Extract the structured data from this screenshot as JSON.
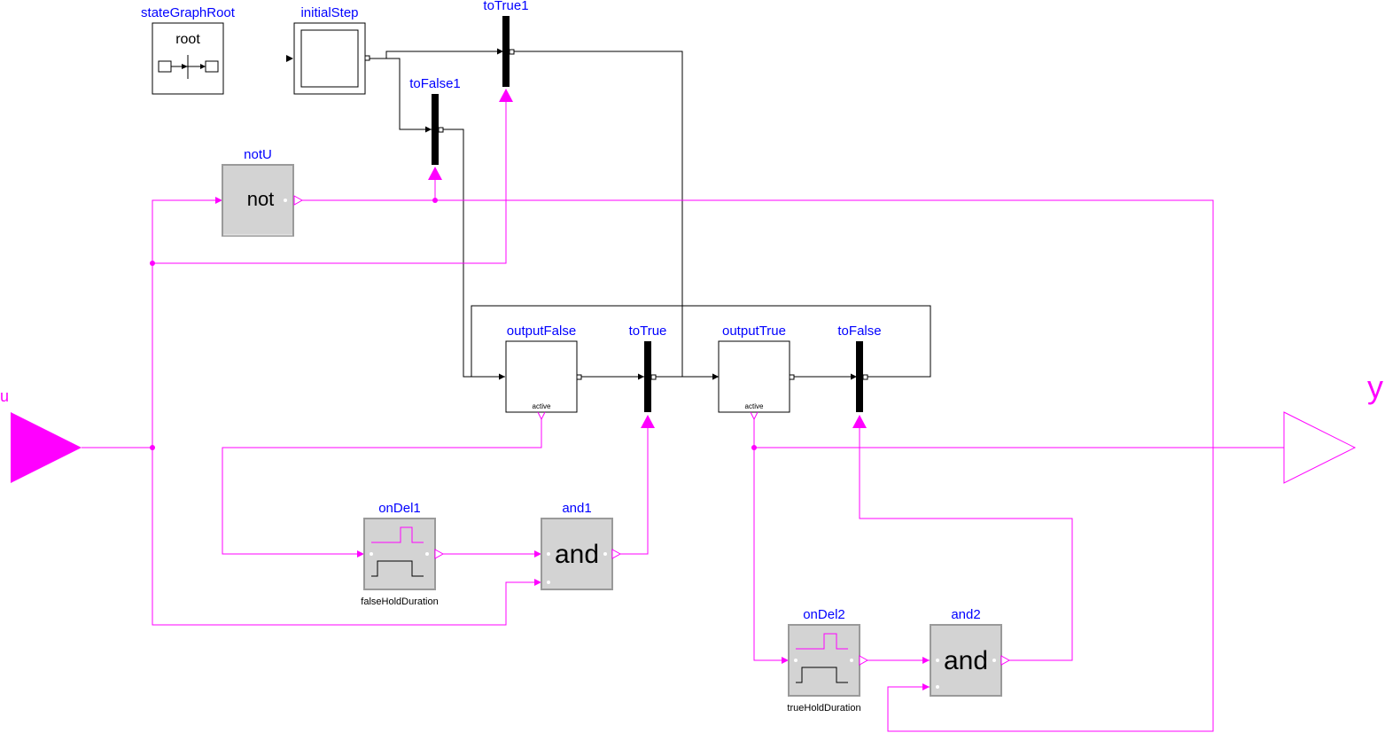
{
  "colors": {
    "boolean_wire": "#ff00ff",
    "state_wire": "#000000",
    "instance_label": "#0000ff",
    "block_fill": "#d3d3d3",
    "step_fill": "#ffffff",
    "transition_bar": "#000000"
  },
  "components": {
    "stateGraphRoot": {
      "name": "stateGraphRoot",
      "text": "root"
    },
    "initialStep": {
      "name": "initialStep"
    },
    "toTrue1": {
      "name": "toTrue1"
    },
    "toFalse1": {
      "name": "toFalse1"
    },
    "notU": {
      "name": "notU",
      "text": "not"
    },
    "outputFalse": {
      "name": "outputFalse",
      "port": "active"
    },
    "toTrue": {
      "name": "toTrue"
    },
    "outputTrue": {
      "name": "outputTrue",
      "port": "active"
    },
    "toFalse": {
      "name": "toFalse"
    },
    "onDel1": {
      "name": "onDel1",
      "param": "falseHoldDuration"
    },
    "and1": {
      "name": "and1",
      "text": "and"
    },
    "onDel2": {
      "name": "onDel2",
      "param": "trueHoldDuration"
    },
    "and2": {
      "name": "and2",
      "text": "and"
    }
  },
  "ports": {
    "input_u": {
      "name": "u",
      "icon": "input-triangle-icon"
    },
    "output_y": {
      "name": "y",
      "icon": "output-triangle-icon"
    }
  }
}
